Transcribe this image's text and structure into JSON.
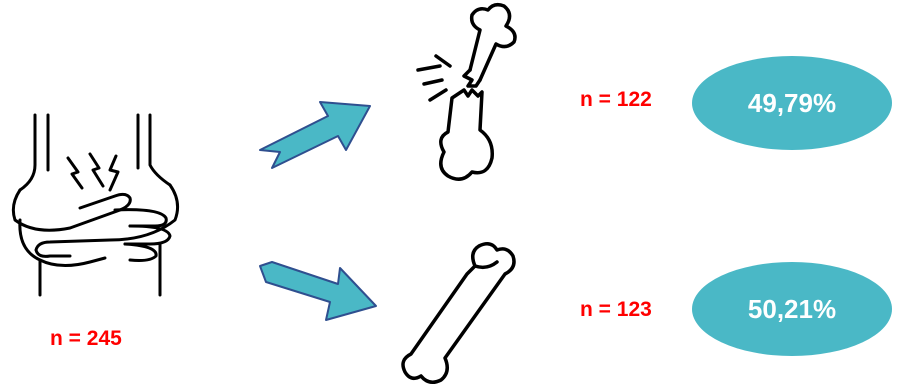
{
  "colors": {
    "arrow_fill": "#4ab8c6",
    "arrow_stroke": "#2f4f8f",
    "ellipse_fill": "#4ab8c6",
    "count_text": "#ff0000",
    "percent_text": "#ffffff",
    "icon_stroke": "#000000"
  },
  "icons": {
    "patient": "stomach-pain-icon",
    "fracture": "broken-bone-icon",
    "no_fracture": "bone-icon",
    "arrow": "arrow-right-icon"
  },
  "total": {
    "count_label": "n = 245"
  },
  "groups": [
    {
      "icon": "broken-bone-icon",
      "count_label": "n = 122",
      "percent_label": "49,79%"
    },
    {
      "icon": "bone-icon",
      "count_label": "n = 123",
      "percent_label": "50,21%"
    }
  ]
}
